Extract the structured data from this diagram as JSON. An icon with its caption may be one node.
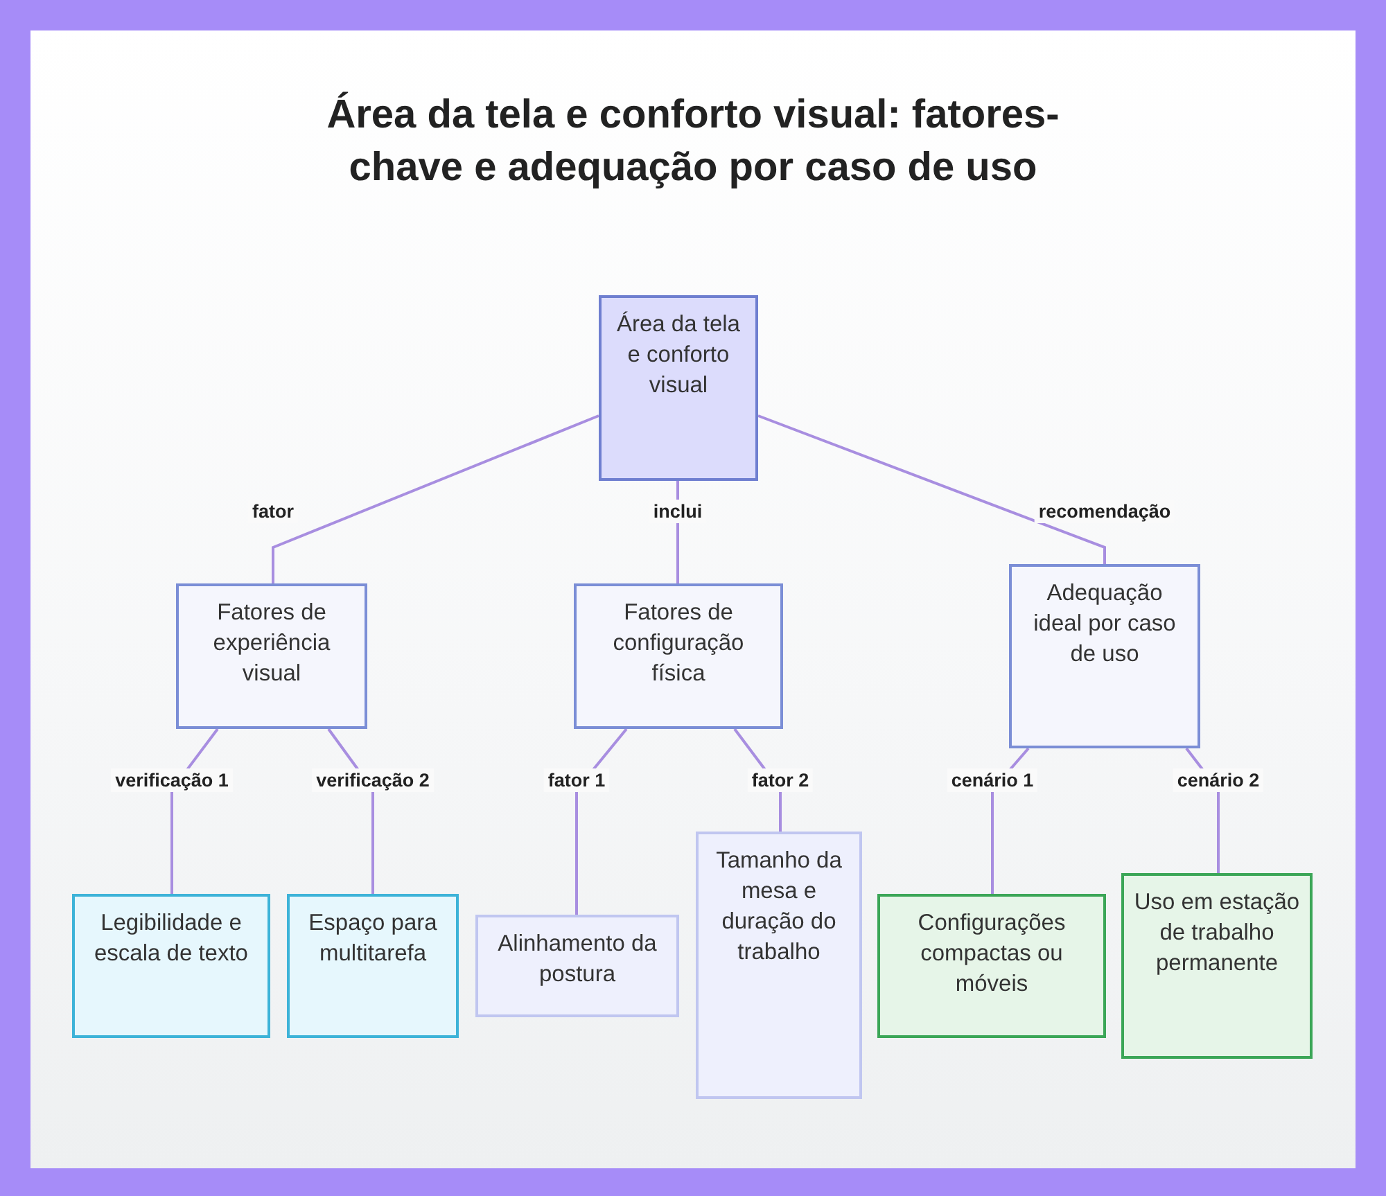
{
  "diagram": {
    "title": "Área da tela e conforto visual: fatores-chave e adequação por caso de uso",
    "nodes": [
      {
        "text": [
          "Área da tela e conforto visual"
        ]
      },
      {
        "text": [
          "Fatores de experiência visual"
        ]
      },
      {
        "text": [
          "Fatores de configuração física"
        ]
      },
      {
        "text": [
          "Adequação ideal por caso de uso"
        ]
      },
      {
        "text": [
          "Legibilidade e escala de texto"
        ]
      },
      {
        "text": [
          "Espaço para multitarefa"
        ]
      },
      {
        "text": [
          "Alinhamento da postura"
        ]
      },
      {
        "text": [
          "Tamanho da mesa e duração do trabalho"
        ]
      },
      {
        "text": [
          "Configurações compactas ou móveis"
        ]
      },
      {
        "text": [
          "Uso em estação de trabalho permanente"
        ]
      }
    ],
    "edges": [
      {
        "from": 0,
        "to": 1,
        "arrow": "none",
        "label": "fator"
      },
      {
        "from": 0,
        "to": 2,
        "arrow": "none",
        "label": "inclui"
      },
      {
        "from": 0,
        "to": 3,
        "arrow": "none",
        "label": "recomendação"
      },
      {
        "from": 1,
        "to": 4,
        "arrow": "none",
        "label": "verificação 1"
      },
      {
        "from": 1,
        "to": 5,
        "arrow": "none",
        "label": "verificação 2"
      },
      {
        "from": 2,
        "to": 6,
        "arrow": "none",
        "label": "fator 1"
      },
      {
        "from": 2,
        "to": 7,
        "arrow": "none",
        "label": "fator 2"
      },
      {
        "from": 3,
        "to": 8,
        "arrow": "none",
        "label": "cenário 1"
      },
      {
        "from": 3,
        "to": 9,
        "arrow": "none",
        "label": "cenário 2"
      }
    ]
  }
}
